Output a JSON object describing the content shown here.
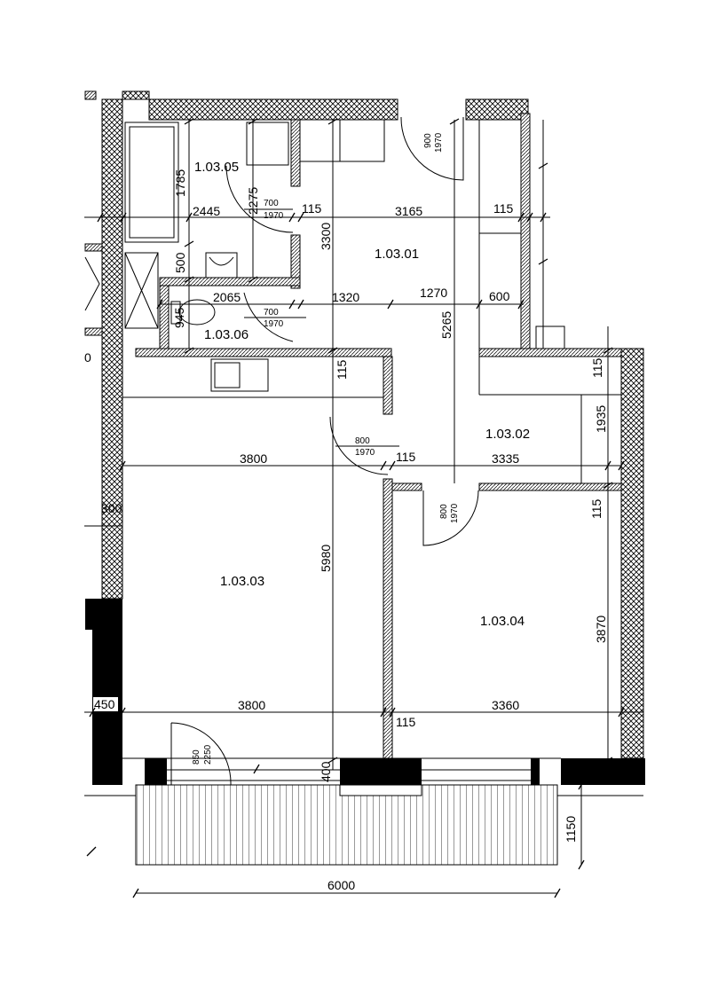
{
  "drawing": {
    "type": "floor-plan",
    "colors": {
      "line": "#000000",
      "background": "#ffffff"
    }
  },
  "rooms": [
    "1.03.05",
    "1.03.01",
    "1.03.06",
    "1.03.02",
    "1.03.03",
    "1.03.04"
  ],
  "dimensions": [
    "1785",
    "2445",
    "2275",
    "115",
    "3165",
    "115",
    "3300",
    "500",
    "2065",
    "1320",
    "1270",
    "600",
    "945",
    "5265",
    "115",
    "115",
    "1935",
    "3800",
    "115",
    "3335",
    "115",
    "300",
    "5980",
    "3870",
    "450",
    "3800",
    "3360",
    "115",
    "400",
    "1150",
    "6000",
    "0"
  ],
  "doors": [
    {
      "width": "700",
      "height": "1970"
    },
    {
      "width": "700",
      "height": "1970"
    },
    {
      "width": "900",
      "height": "1970"
    },
    {
      "width": "800",
      "height": "1970"
    },
    {
      "width": "800",
      "height": "1970"
    },
    {
      "width": "850",
      "height": "2250"
    }
  ]
}
